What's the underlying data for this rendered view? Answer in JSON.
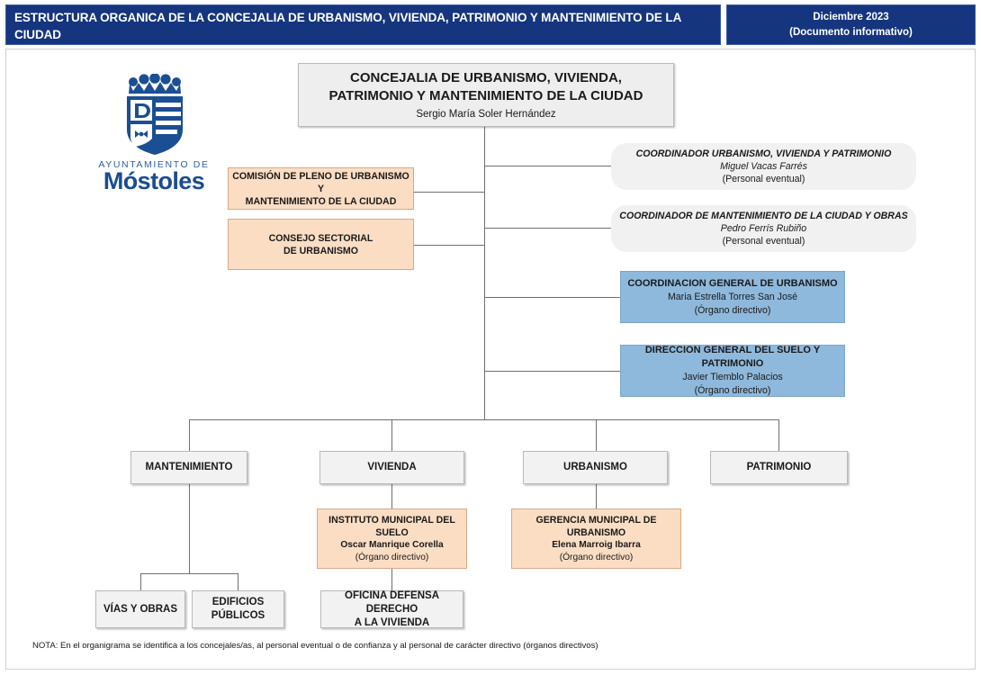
{
  "header": {
    "title": "ESTRUCTURA ORGANICA DE LA CONCEJALIA DE URBANISMO, VIVIENDA, PATRIMONIO Y MANTENIMIENTO DE LA CIUDAD",
    "date_line1": "Diciembre 2023",
    "date_line2": "(Documento informativo)",
    "bg_color": "#16357f",
    "text_color": "#ffffff"
  },
  "logo": {
    "icon": "mostoles-shield-crest-icon",
    "line1": "AYUNTAMIENTO DE",
    "line2": "Móstoles",
    "color": "#1a4c8f"
  },
  "colors": {
    "orange": "#fbddc4",
    "blue": "#8fb9dc",
    "gray": "#f2f2f2",
    "pill_gray": "#f1f1f1",
    "line": "#6f6f6f"
  },
  "root": {
    "title_line1": "CONCEJALIA DE URBANISMO, VIVIENDA,",
    "title_line2": "PATRIMONIO Y MANTENIMIENTO DE LA CIUDAD",
    "person": "Sergio María Soler Hernández"
  },
  "advisory": [
    {
      "line1": "COMISIÓN DE PLENO DE URBANISMO Y",
      "line2": "MANTENIMIENTO DE LA CIUDAD"
    },
    {
      "line1": "CONSEJO SECTORIAL",
      "line2": "DE URBANISMO"
    }
  ],
  "coordinators": [
    {
      "title": "COORDINADOR URBANISMO, VIVIENDA Y PATRIMONIO",
      "person": "Miguel Vacas Farrés",
      "role": "(Personal eventual)"
    },
    {
      "title": "COORDINADOR DE MANTENIMIENTO DE LA CIUDAD Y OBRAS",
      "person": "Pedro Ferrís Rubiño",
      "role": "(Personal eventual)"
    }
  ],
  "directives": [
    {
      "title": "COORDINACION GENERAL DE URBANISMO",
      "person": "Maria Estrella Torres San José",
      "role": "(Órgano directivo)"
    },
    {
      "title": "DIRECCION GENERAL DEL SUELO Y PATRIMONIO",
      "person": "Javier Tiemblo Palacios",
      "role": "(Órgano directivo)"
    }
  ],
  "areas": [
    {
      "label": "MANTENIMIENTO"
    },
    {
      "label": "VIVIENDA"
    },
    {
      "label": "URBANISMO"
    },
    {
      "label": "PATRIMONIO"
    }
  ],
  "sub_units": {
    "instituto": {
      "title": "INSTITUTO MUNICIPAL DEL SUELO",
      "person": "Oscar Manrique Corella",
      "role": "(Órgano directivo)"
    },
    "gerencia": {
      "title": "GERENCIA MUNICIPAL DE URBANISMO",
      "person": "Elena Marroig Ibarra",
      "role": "(Órgano directivo)"
    },
    "oficina": {
      "line1": "OFICINA DEFENSA DERECHO",
      "line2": "A LA VIVIENDA"
    },
    "vias": {
      "label": "VÍAS Y OBRAS"
    },
    "edificios": {
      "label": "EDIFICIOS PÚBLICOS"
    }
  },
  "note": "NOTA: En el organigrama se identifica a los concejales/as, al personal eventual o de confianza y al personal de carácter directivo (órganos directivos)"
}
